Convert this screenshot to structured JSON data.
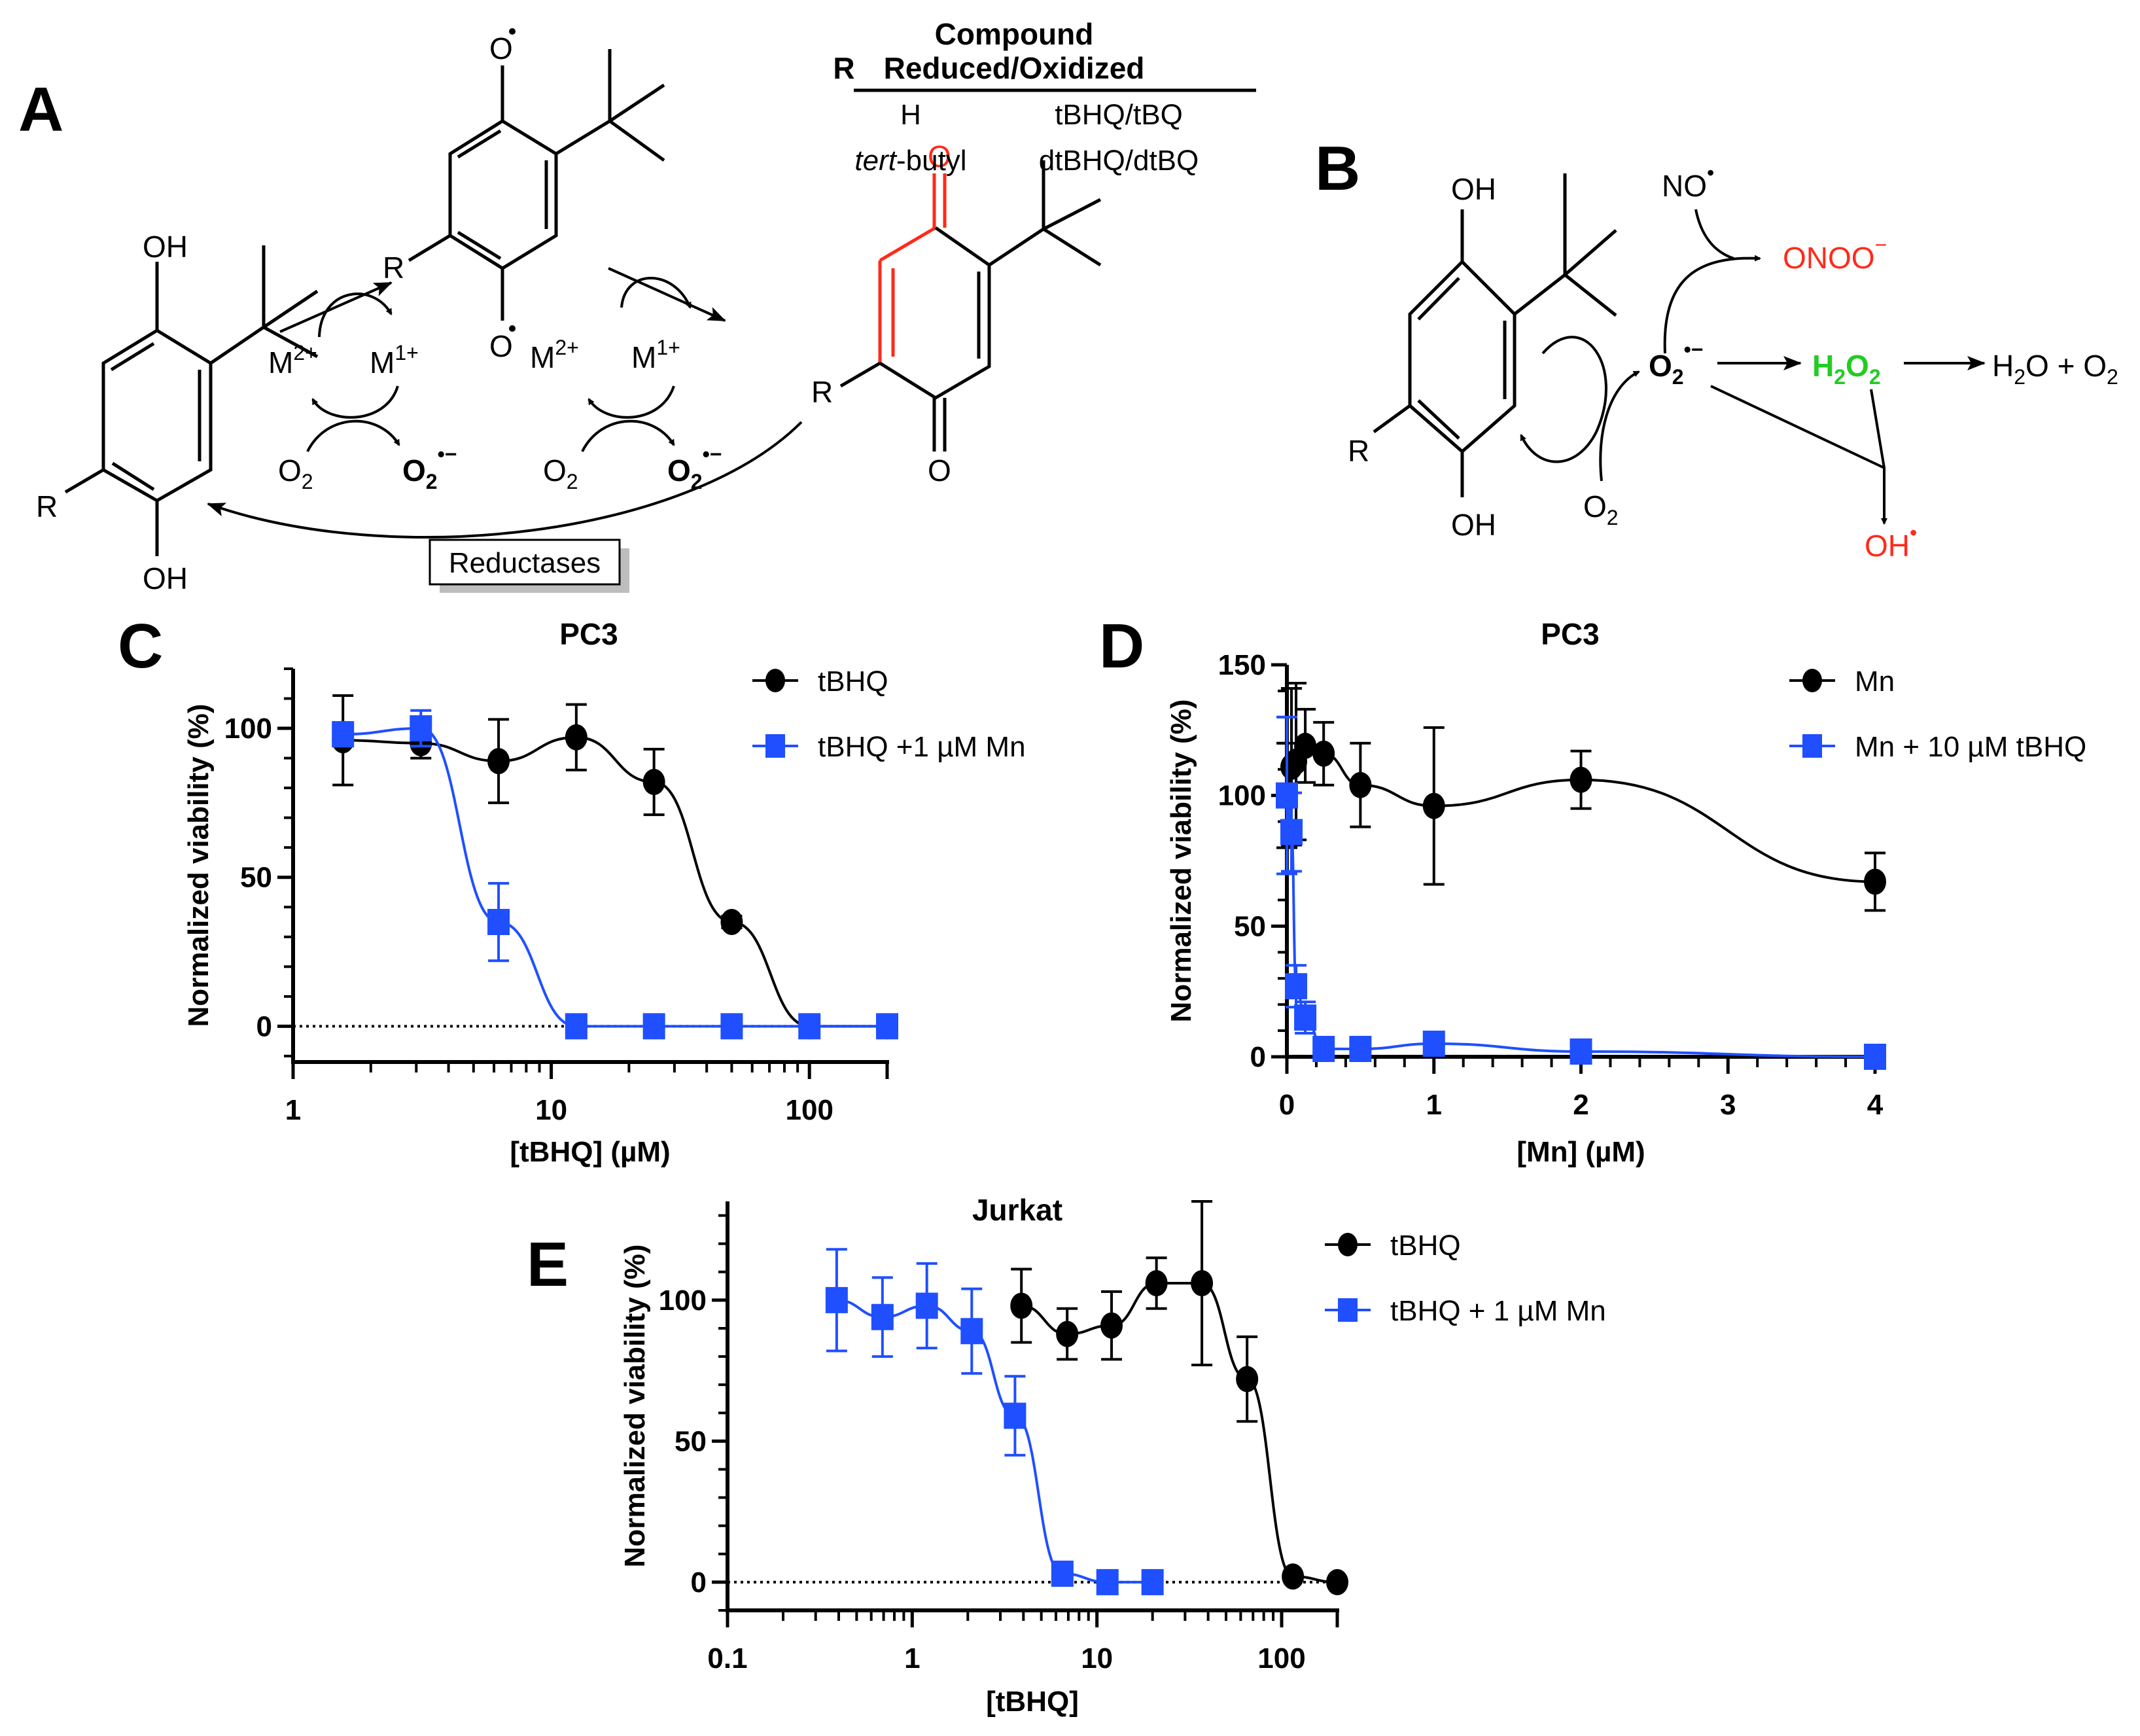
{
  "figure": {
    "panels": {
      "A": {
        "letter": "A",
        "table": {
          "header_r": "R",
          "header_compound_line1": "Compound",
          "header_compound_line2": "Reduced/Oxidized",
          "rows": [
            {
              "r": "H",
              "compound": "tBHQ/tBQ"
            },
            {
              "r_italic": "tert",
              "r_rest": "-butyl",
              "compound": "dtBHQ/dtBQ"
            }
          ]
        },
        "labels": {
          "oh_top": "OH",
          "oh_bottom": "OH",
          "r": "R",
          "o_radical": "O",
          "o_quinone": "O",
          "m2": "M",
          "m2_sup": "2+",
          "m1": "M",
          "m1_sup": "1+",
          "o2": "O",
          "o2_sub": "2",
          "superoxide": "O",
          "superoxide_sub": "2",
          "superoxide_sup": "•−",
          "reductases": "Reductases"
        },
        "colors": {
          "highlight": "#ff2a1a"
        }
      },
      "B": {
        "letter": "B",
        "labels": {
          "oh_top": "OH",
          "oh_bottom": "OH",
          "r": "R",
          "no": "NO",
          "no_sup": "•",
          "peroxynitrite": "ONOO",
          "peroxynitrite_sup": "−",
          "superoxide": "O",
          "superoxide_sub": "2",
          "superoxide_sup": "•−",
          "h2o2_h": "H",
          "h2o2_sub1": "2",
          "h2o2_o": "O",
          "h2o2_sub2": "2",
          "products": "H",
          "products_sub": "2",
          "products_rest": "O + O",
          "products_sub2": "2",
          "hydroxyl": "OH",
          "hydroxyl_sup": "•",
          "o2": "O",
          "o2_sub": "2"
        },
        "colors": {
          "red": "#ff2a1a",
          "green": "#22cc22"
        }
      },
      "C": {
        "letter": "C"
      },
      "D": {
        "letter": "D"
      },
      "E": {
        "letter": "E"
      }
    }
  },
  "chart_data": [
    {
      "panel": "C",
      "type": "line",
      "title": "PC3",
      "xlabel": "[tBHQ] (µM)",
      "ylabel": "Normalized viability (%)",
      "xscale": "log",
      "xlim": [
        1,
        200
      ],
      "ylim": [
        -12,
        120
      ],
      "xticks": [
        "1",
        "10",
        "100"
      ],
      "yticks": [
        "0",
        "50",
        "100"
      ],
      "reference_line": {
        "y": 0,
        "style": "dotted"
      },
      "legend_position": "upper right",
      "series": [
        {
          "name": "tBHQ",
          "color": "#000000",
          "marker": "circle",
          "x": [
            1.56,
            3.125,
            6.25,
            12.5,
            25,
            50,
            100,
            200
          ],
          "y": [
            96,
            95,
            89,
            97,
            82,
            35,
            0,
            0
          ],
          "err": [
            15,
            5,
            14,
            11,
            11,
            2,
            1,
            1
          ]
        },
        {
          "name": "tBHQ +1 µM Mn",
          "color": "#1f4fff",
          "marker": "square",
          "x": [
            1.56,
            3.125,
            6.25,
            12.5,
            25,
            50,
            100,
            200
          ],
          "y": [
            98,
            100,
            35,
            0,
            0,
            0,
            0,
            0
          ],
          "err": [
            4,
            6,
            13,
            1,
            1,
            1,
            1,
            1
          ]
        }
      ]
    },
    {
      "panel": "D",
      "type": "line",
      "title": "PC3",
      "xlabel": "[Mn] (µM)",
      "ylabel": "Normalized viability (%)",
      "xscale": "linear",
      "xlim": [
        0,
        4
      ],
      "ylim": [
        0,
        150
      ],
      "xticks": [
        "0",
        "1",
        "2",
        "3",
        "4"
      ],
      "yticks": [
        "0",
        "50",
        "100",
        "150"
      ],
      "legend_position": "upper right",
      "series": [
        {
          "name": "Mn",
          "color": "#000000",
          "marker": "circle",
          "x": [
            0,
            0.03125,
            0.0625,
            0.125,
            0.25,
            0.5,
            1,
            2,
            4
          ],
          "y": [
            100,
            111,
            113,
            119,
            116,
            104,
            96,
            106,
            67
          ],
          "err": [
            20,
            30,
            30,
            14,
            12,
            16,
            30,
            11,
            11
          ]
        },
        {
          "name": "Mn + 10 µM tBHQ",
          "color": "#1f4fff",
          "marker": "square",
          "x": [
            0,
            0.03125,
            0.0625,
            0.125,
            0.25,
            0.5,
            1,
            2,
            4
          ],
          "y": [
            100,
            86,
            27,
            15,
            3,
            3,
            5,
            2,
            0
          ],
          "err": [
            30,
            15,
            8,
            6,
            1,
            1,
            2,
            1,
            1
          ]
        }
      ]
    },
    {
      "panel": "E",
      "type": "line",
      "title": "Jurkat",
      "xlabel": "[tBHQ]",
      "ylabel": "Normalized viability (%)",
      "xscale": "log",
      "xlim": [
        0.1,
        200
      ],
      "ylim": [
        -10,
        135
      ],
      "xticks": [
        "0.1",
        "1",
        "10",
        "100"
      ],
      "yticks": [
        "0",
        "50",
        "100"
      ],
      "reference_line": {
        "y": 0,
        "style": "dotted"
      },
      "legend_position": "upper right",
      "series": [
        {
          "name": "tBHQ",
          "color": "#000000",
          "marker": "circle",
          "x": [
            3.9,
            6.9,
            12,
            21,
            37,
            65,
            115,
            200
          ],
          "y": [
            98,
            88,
            91,
            106,
            106,
            72,
            2,
            0
          ],
          "err": [
            13,
            9,
            12,
            9,
            29,
            15,
            1,
            1
          ]
        },
        {
          "name": "tBHQ + 1 µM Mn",
          "color": "#1f4fff",
          "marker": "square",
          "x": [
            0.39,
            0.69,
            1.2,
            2.1,
            3.6,
            6.5,
            11.4,
            20
          ],
          "y": [
            100,
            94,
            98,
            89,
            59,
            3,
            0,
            0
          ],
          "err": [
            18,
            14,
            15,
            15,
            14,
            1,
            1,
            1
          ]
        }
      ]
    }
  ]
}
